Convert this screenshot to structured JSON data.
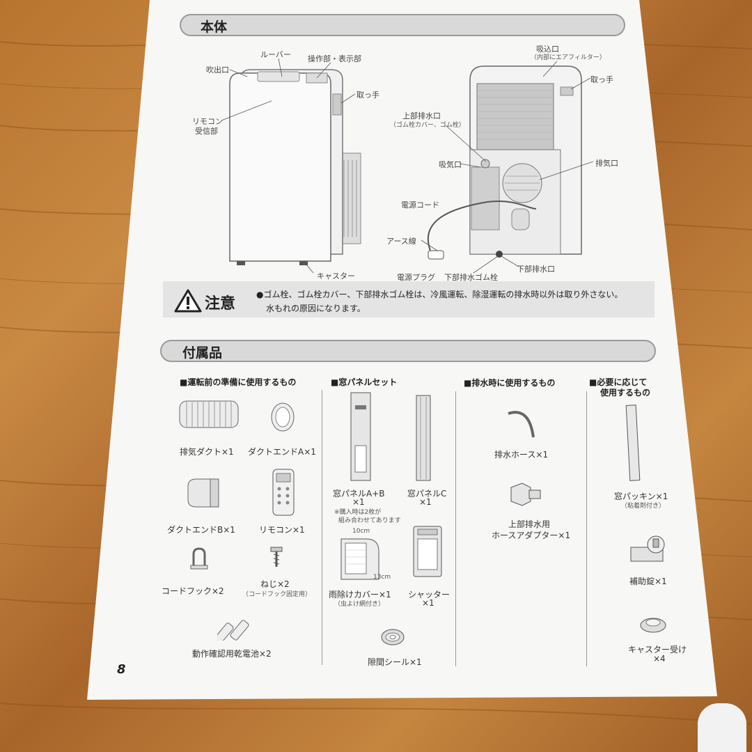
{
  "colors": {
    "wood": "#b7742f",
    "paper": "#f7f7f5",
    "section_bar": "#d9d9d9",
    "caution_bg": "#e4e4e4"
  },
  "section_main": {
    "title": "本体",
    "front_labels": {
      "louver": "ルーバー",
      "control": "操作部・表示部",
      "outlet": "吹出口",
      "handle": "取っ手",
      "remote_rx_1": "リモコン",
      "remote_rx_2": "受信部",
      "caster": "キャスター"
    },
    "back_labels": {
      "intake_1": "吸込口",
      "intake_2": "（内部にエアフィルター）",
      "handle": "取っ手",
      "upper_drain_1": "上部排水口",
      "upper_drain_2": "（ゴム栓カバー、ゴム栓）",
      "air_intake": "吸気口",
      "exhaust": "排気口",
      "power_cord": "電源コード",
      "earth": "アース線",
      "plug": "電源プラグ",
      "lower_plug": "下部排水ゴム栓",
      "lower_drain": "下部排水口"
    }
  },
  "caution": {
    "icon": "warning-triangle-icon",
    "title": "注意",
    "line1": "●ゴム栓、ゴム栓カバー、下部排水ゴム栓は、冷風運転、除湿運転の排水時以外は取り外さない。",
    "line2": "水もれの原因になります。"
  },
  "section_acc": {
    "title": "付属品",
    "groups": {
      "g1": "■運転前の準備に使用するもの",
      "g2": "■窓パネルセット",
      "g3": "■排水時に使用するもの",
      "g4_1": "■必要に応じて",
      "g4_2": "使用するもの"
    },
    "items": {
      "exhaust_duct": "排気ダクト×1",
      "duct_end_a": "ダクトエンドA×1",
      "duct_end_b": "ダクトエンドB×1",
      "remote": "リモコン×1",
      "cord_hook": "コードフック×2",
      "screw": "ねじ×2",
      "screw_note": "（コードフック固定用）",
      "battery": "動作確認用乾電池×2",
      "panel_ab_1": "窓パネルA+B",
      "panel_ab_2": "×1",
      "panel_ab_note1": "※購入時は2枚が",
      "panel_ab_note2": "組み合わせてあります",
      "panel_c_1": "窓パネルC",
      "panel_c_2": "×1",
      "rain_cover_1": "雨除けカバー×1",
      "rain_cover_2": "（虫よけ網付き）",
      "dim_10": "10cm",
      "dim_13": "13cm",
      "shutter_1": "シャッター",
      "shutter_2": "×1",
      "gap_seal": "隙間シール×1",
      "drain_hose": "排水ホース×1",
      "adapter_1": "上部排水用",
      "adapter_2": "ホースアダプター×1",
      "window_packing_1": "窓パッキン×1",
      "window_packing_2": "（粘着剤付き）",
      "aux_lock": "補助錠×1",
      "caster_rest_1": "キャスター受け",
      "caster_rest_2": "×4"
    }
  },
  "page_number": "8"
}
